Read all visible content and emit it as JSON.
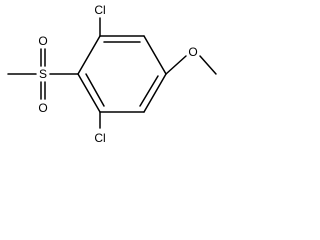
{
  "structure": {
    "atom_labels": {
      "cl_top": "Cl",
      "cl_bottom": "Cl",
      "sulfur": "S",
      "oxygen_sulfonyl_top": "O",
      "oxygen_sulfonyl_bottom": "O",
      "oxygen_methoxy": "O"
    },
    "line_color": "#000000",
    "background": "#ffffff"
  }
}
